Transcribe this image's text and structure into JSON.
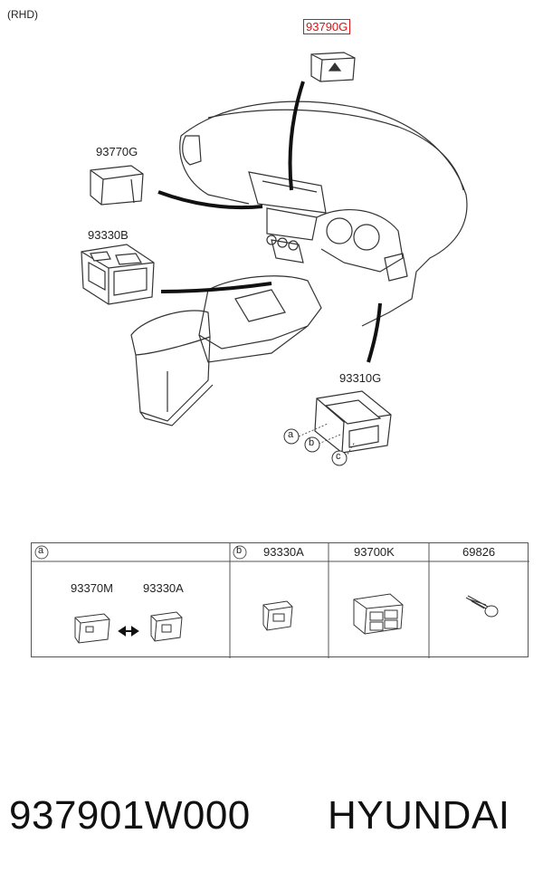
{
  "header": {
    "variant": "(RHD)"
  },
  "callouts": {
    "highlighted_part": "93790G",
    "part_upper_left": "93770G",
    "part_mid_left": "93330B",
    "part_lower_right": "93310G",
    "ref_a": "a",
    "ref_b": "b",
    "ref_c": "c"
  },
  "table": {
    "col_a_ref": "a",
    "col_b_ref": "b",
    "col_b_part": "93330A",
    "col_c_part": "93700K",
    "col_d_part": "69826",
    "cell_a_part1": "93370M",
    "cell_a_part2": "93330A"
  },
  "footer": {
    "part_number": "937901W000",
    "brand": "HYUNDAI"
  },
  "colors": {
    "highlight": "#d11111",
    "line": "#333333"
  }
}
